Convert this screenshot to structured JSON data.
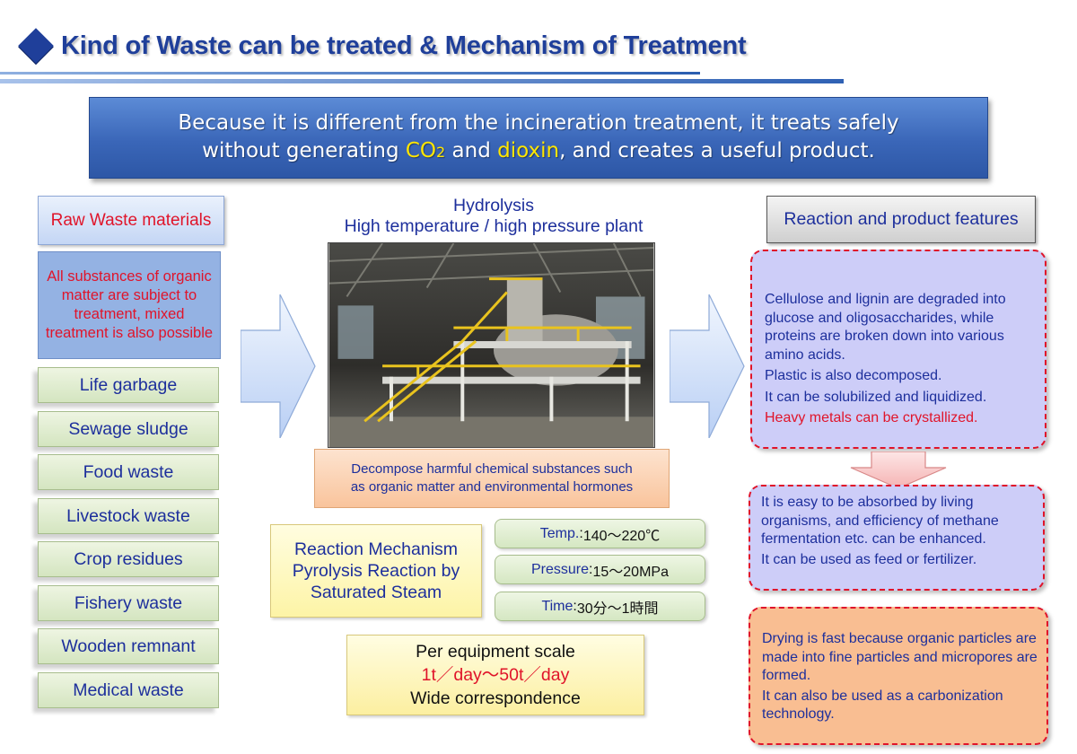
{
  "title": "Kind of Waste can be treated & Mechanism of Treatment",
  "banner": {
    "line1": "Because it is different from the incineration treatment, it treats safely",
    "line2_a": "without generating ",
    "line2_co2": "CO",
    "line2_co2_sub": "2",
    "line2_b": " and ",
    "line2_dioxin": "dioxin",
    "line2_c": ", and creates a useful product."
  },
  "raw_waste": {
    "header": "Raw Waste materials",
    "description": "All substances of organic matter are subject to treatment, mixed treatment is also possible",
    "items": [
      "Life garbage",
      "Sewage sludge",
      "Food waste",
      "Livestock waste",
      "Crop residues",
      "Fishery waste",
      "Wooden remnant",
      "Medical waste"
    ]
  },
  "hydrolysis": {
    "title_line1": "Hydrolysis",
    "title_line2": "High temperature / high pressure plant"
  },
  "decompose": {
    "line1": "Decompose harmful chemical substances such",
    "line2": "as organic matter and environmental hormones"
  },
  "reaction_mechanism": {
    "line1": "Reaction Mechanism",
    "line2": "Pyrolysis Reaction by",
    "line3": "Saturated Steam"
  },
  "conditions": [
    {
      "label": "Temp.",
      "value": "140～220℃"
    },
    {
      "label": "Pressure",
      "value": "15～20MPa"
    },
    {
      "label": "Time",
      "value": "30分～1時間"
    }
  ],
  "condition_sep": " : ",
  "scale": {
    "line1": "Per equipment scale",
    "value": "1t／day～50t／day",
    "line3": "Wide correspondence"
  },
  "reaction_features": {
    "header": "Reaction and product features",
    "para1": "Cellulose and lignin are degraded into glucose and oligosaccharides, while proteins are broken down into various amino acids.",
    "para2": "Plastic is also decomposed.",
    "para3": "It can be solubilized and liquidized.",
    "para4": "Heavy metals can be crystallized."
  },
  "absorb": {
    "para1": "It is easy to be absorbed by living organisms, and efficiency of methane fermentation etc. can be enhanced.",
    "para2": "It can be used as feed or fertilizer."
  },
  "drying": {
    "para1": "Drying is fast because organic particles are made into fine particles and micropores are formed.",
    "para2": "It can also be used as a carbonization technology."
  },
  "colors": {
    "title_blue": "#1f3f9a",
    "text_blue": "#1d2f9c",
    "accent_red": "#e0142a",
    "banner_yellow": "#ffe600"
  }
}
